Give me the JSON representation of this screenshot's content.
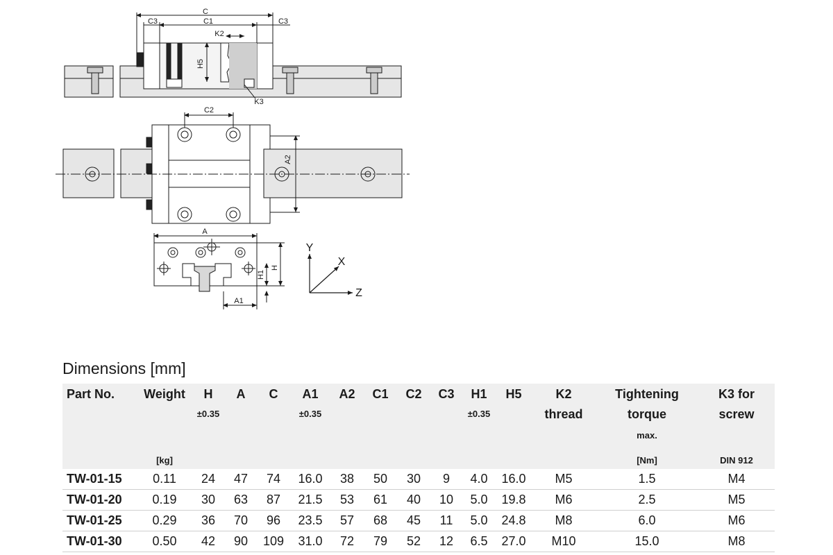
{
  "drawing": {
    "dims_side": {
      "c": "C",
      "c1": "C1",
      "c3_left": "C3",
      "c3_right": "C3",
      "k2": "K2",
      "h5": "H5",
      "k3": "K3"
    },
    "dims_top": {
      "c2": "C2",
      "a2": "A2"
    },
    "dims_front": {
      "a": "A",
      "a1": "A1",
      "h": "H",
      "h1": "H1"
    },
    "axes": {
      "y": "Y",
      "x": "X",
      "z": "Z"
    }
  },
  "table": {
    "title": "Dimensions [mm]",
    "headers": [
      {
        "l1": "Part No.",
        "l2": "",
        "l3": "",
        "l4": ""
      },
      {
        "l1": "Weight",
        "l2": "",
        "l3": "",
        "l4": "[kg]"
      },
      {
        "l1": "H",
        "l2": "±0.35",
        "l3": "",
        "l4": ""
      },
      {
        "l1": "A",
        "l2": "",
        "l3": "",
        "l4": ""
      },
      {
        "l1": "C",
        "l2": "",
        "l3": "",
        "l4": ""
      },
      {
        "l1": "A1",
        "l2": "±0.35",
        "l3": "",
        "l4": ""
      },
      {
        "l1": "A2",
        "l2": "",
        "l3": "",
        "l4": ""
      },
      {
        "l1": "C1",
        "l2": "",
        "l3": "",
        "l4": ""
      },
      {
        "l1": "C2",
        "l2": "",
        "l3": "",
        "l4": ""
      },
      {
        "l1": "C3",
        "l2": "",
        "l3": "",
        "l4": ""
      },
      {
        "l1": "H1",
        "l2": "±0.35",
        "l3": "",
        "l4": ""
      },
      {
        "l1": "H5",
        "l2": "",
        "l3": "",
        "l4": ""
      },
      {
        "l1": "K2",
        "l2": "thread",
        "l3": "",
        "l4": ""
      },
      {
        "l1": "Tightening",
        "l2": "torque",
        "l3": "max.",
        "l4": "[Nm]"
      },
      {
        "l1": "K3 for",
        "l2": "screw",
        "l3": "",
        "l4": "DIN 912"
      }
    ],
    "rows": [
      [
        "TW-01-15",
        "0.11",
        "24",
        "47",
        "74",
        "16.0",
        "38",
        "50",
        "30",
        "9",
        "4.0",
        "16.0",
        "M5",
        "1.5",
        "M4"
      ],
      [
        "TW-01-20",
        "0.19",
        "30",
        "63",
        "87",
        "21.5",
        "53",
        "61",
        "40",
        "10",
        "5.0",
        "19.8",
        "M6",
        "2.5",
        "M5"
      ],
      [
        "TW-01-25",
        "0.29",
        "36",
        "70",
        "96",
        "23.5",
        "57",
        "68",
        "45",
        "11",
        "5.0",
        "24.8",
        "M8",
        "6.0",
        "M6"
      ],
      [
        "TW-01-30",
        "0.50",
        "42",
        "90",
        "109",
        "31.0",
        "72",
        "79",
        "52",
        "12",
        "6.5",
        "27.0",
        "M10",
        "15.0",
        "M8"
      ]
    ]
  }
}
